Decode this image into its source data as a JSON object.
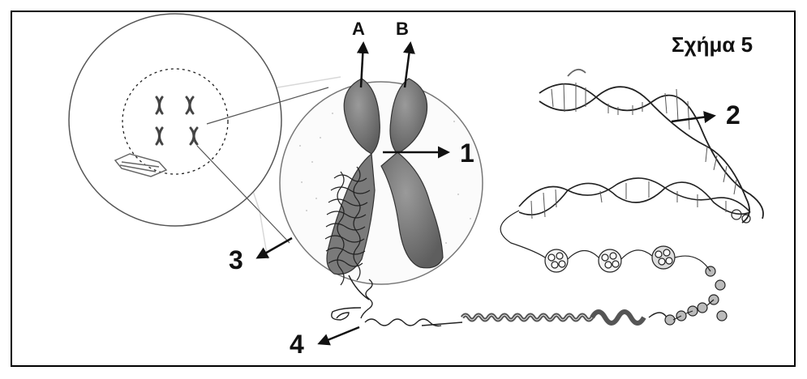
{
  "figure": {
    "title": "Σχήμα 5",
    "labels": {
      "A": "A",
      "B": "B",
      "n1": "1",
      "n2": "2",
      "n3": "3",
      "n4": "4"
    }
  }
}
